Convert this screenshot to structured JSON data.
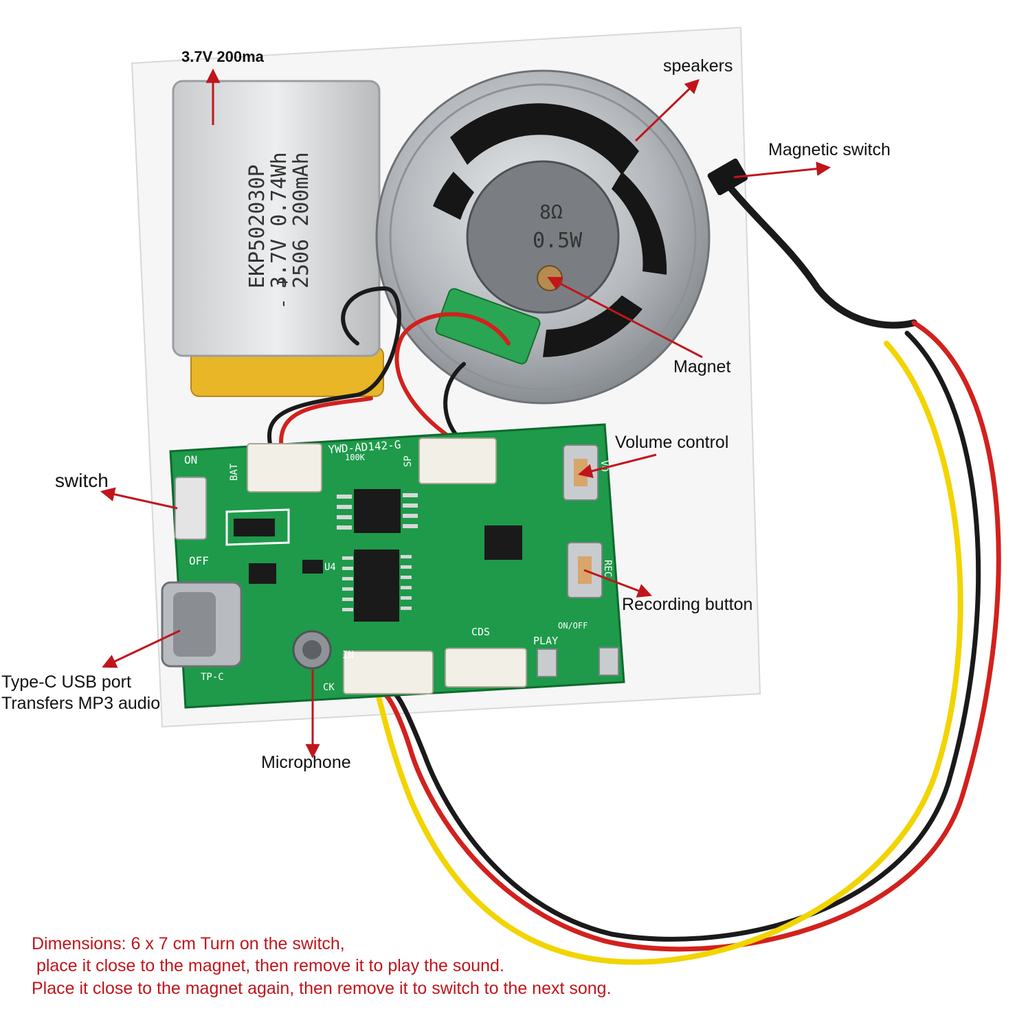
{
  "colors": {
    "pcb": "#1e9a4a",
    "pcb_dark": "#157a38",
    "arrow": "#c0151b",
    "note_text": "#c0151b",
    "wire_red": "#d2211d",
    "wire_black": "#1a1a1a",
    "wire_yellow": "#f2d400",
    "battery_gold": "#e8b627",
    "metal": "#b9bcc0"
  },
  "labels": {
    "battery": "3.7V  200ma",
    "speakers": "speakers",
    "magnetic_switch": "Magnetic switch",
    "magnet": "Magnet",
    "volume_control": "Volume control",
    "switch": "switch",
    "recording_button": "Recording button",
    "type_c_line1": "Type-C USB port",
    "type_c_line2": "Transfers MP3 audio",
    "microphone": "Microphone"
  },
  "battery_print": {
    "line1": "EKP502030P",
    "line2": "3.7V 0.74Wh",
    "line3": "2506 200mAh",
    "polarity": "-  +"
  },
  "speaker_print": {
    "line1": "8Ω",
    "line2": "0.5W"
  },
  "board_print": {
    "model": "YWD-AD142-G",
    "on": "ON",
    "off": "OFF",
    "bat": "BAT",
    "sp": "SP",
    "vo": "VO",
    "rec": "REC",
    "play": "PLAY",
    "cds": "CDS",
    "tp_c": "TP-C",
    "ck": "CK",
    "in": "IN",
    "on_off": "ON/OFF",
    "r100k": "100K",
    "u4": "U4"
  },
  "notes": {
    "line1": "Dimensions: 6 x 7 cm Turn on the switch,",
    "line2": " place it close to the magnet, then remove it to play the sound.",
    "line3": "Place it close to the magnet again, then remove it to switch to the next song."
  }
}
